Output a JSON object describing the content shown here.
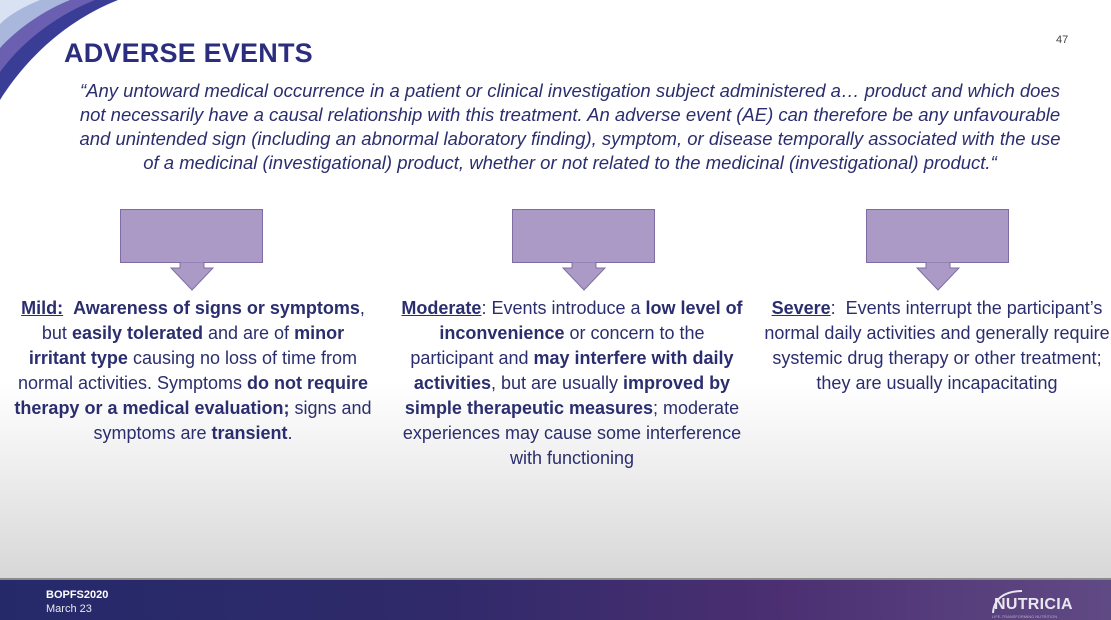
{
  "slide": {
    "title": "ADVERSE EVENTS",
    "page_number": "47",
    "quote": "“Any untoward medical occurrence in a patient or clinical investigation subject administered a… product and which does not necessarily have a causal relationship with this treatment. An adverse event (AE) can therefore be any unfavourable and unintended sign (including an abnormal laboratory finding), symptom, or disease temporally associated with the use of a medicinal (investigational) product, whether or not related to the medicinal (investigational) product.“"
  },
  "mild": {
    "label": "Mild:",
    "segments": [
      "  ",
      "Awareness of signs or symptoms",
      ", but ",
      "easily tolerated",
      " and are of ",
      "minor irritant type",
      " causing no loss of time from normal activities. Symptoms ",
      "do not require therapy or a medical evaluation;",
      " signs and symptoms are ",
      "transient",
      "."
    ]
  },
  "moderate": {
    "label": "Moderate",
    "segments": [
      ": Events introduce a ",
      "low level of inconvenience",
      " or concern to the participant and ",
      "may interfere with daily activities",
      ", but are usually ",
      "improved by simple therapeutic measures",
      "; moderate experiences may cause some interference with functioning"
    ]
  },
  "severe": {
    "label": "Severe",
    "segments": [
      ":  Events interrupt the participant’s normal daily activities and generally require systemic drug therapy or other treatment; they are usually incapacitating"
    ]
  },
  "footer": {
    "event": "BOPFS2020",
    "date": "March 23",
    "logo_name": "NUTRICIA",
    "logo_tagline": "LIFE-TRANSFORMING NUTRITION"
  },
  "colors": {
    "title": "#2b2e7e",
    "box": "#ab9ac6",
    "footer_start": "#25296a",
    "footer_end": "#604a84"
  }
}
